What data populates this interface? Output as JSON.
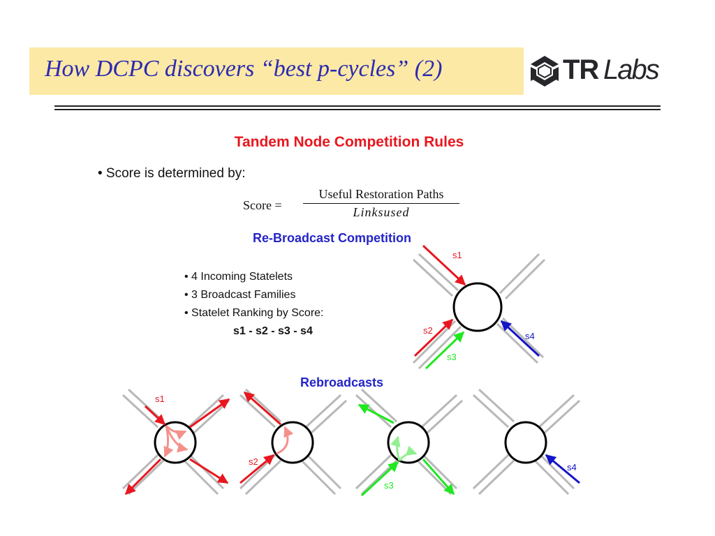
{
  "slide": {
    "title": "How DCPC discovers “best p-cycles” (2)",
    "logo": {
      "tr": "TR",
      "labs": "Labs"
    },
    "heading": "Tandem Node Competition Rules",
    "score_bullet": "• Score is determined by:",
    "formula": {
      "lhs": "Score  =",
      "numerator": "Useful Restoration Paths",
      "denominator": "Linksused"
    },
    "rebroadcast_competition": {
      "title": "Re-Broadcast Competition",
      "bullets": [
        "•  4 Incoming Statelets",
        "•  3 Broadcast Families",
        "•  Statelet Ranking by Score:"
      ],
      "ranking": "s1 - s2 - s3 - s4"
    },
    "rebroadcasts_title": "Rebroadcasts",
    "statelet_labels": {
      "s1": "s1",
      "s2": "s2",
      "s3": "s3",
      "s4": "s4"
    },
    "colors": {
      "title_bg": "#fde9a6",
      "title_text": "#2b2bb0",
      "heading": "#e8171f",
      "subheading": "#2424c8",
      "s1": "#e8171f",
      "s2": "#e8171f",
      "s3": "#1fe81f",
      "s4": "#1414c8",
      "rebroadcast_light": "#f4908c",
      "rebroadcast_green_light": "#90f090",
      "links": "#b8b8b8"
    }
  }
}
